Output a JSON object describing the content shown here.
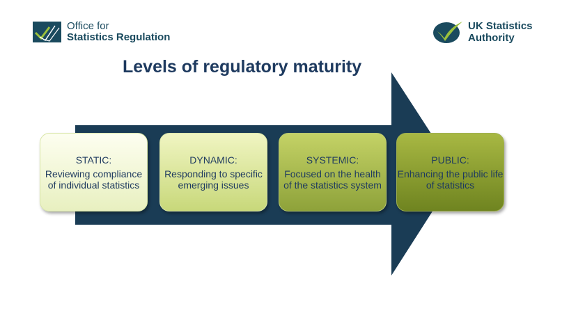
{
  "header": {
    "left_logo": {
      "line1": "Office for",
      "line2": "Statistics Regulation",
      "icon": "tick-chart-icon"
    },
    "right_logo": {
      "line1": "UK Statistics",
      "line2": "Authority",
      "icon": "tick-circle-icon"
    }
  },
  "title": "Levels of regulatory maturity",
  "stages": [
    {
      "title": "STATIC:",
      "description": "Reviewing compliance of individual statistics"
    },
    {
      "title": "DYNAMIC:",
      "description": "Responding to specific emerging issues"
    },
    {
      "title": "SYSTEMIC:",
      "description": "Focused on the health of the statistics system"
    },
    {
      "title": "PUBLIC:",
      "description": "Enhancing the public life of statistics"
    }
  ],
  "colors": {
    "navy": "#1a3c55",
    "text": "#1e3a5f",
    "olive": "#8ea23a"
  }
}
